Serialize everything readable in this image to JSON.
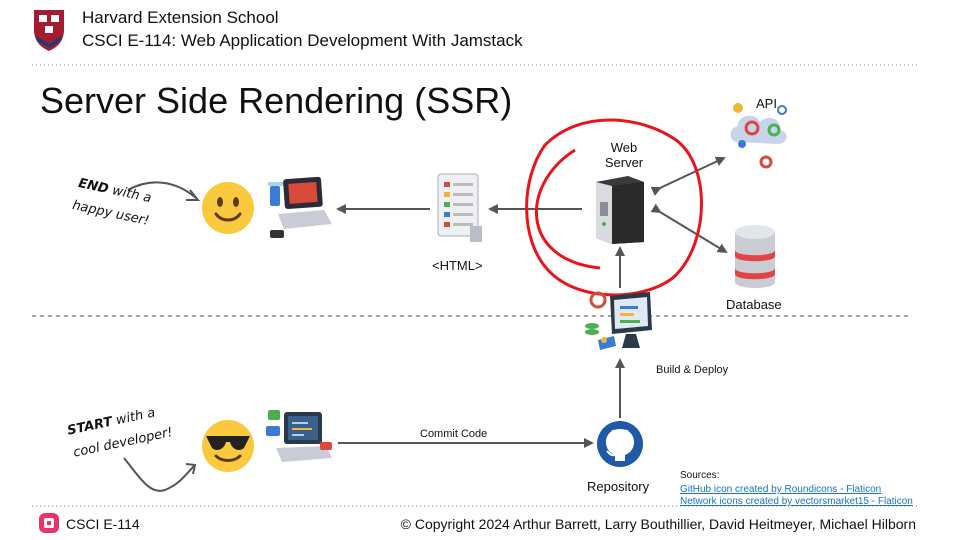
{
  "header": {
    "school": "Harvard Extension School",
    "course": "CSCI E-114: Web Application Development With Jamstack"
  },
  "title": "Server Side Rendering (SSR)",
  "nodes": {
    "web_server": [
      "Web",
      "Server"
    ],
    "api": "API",
    "database": "Database",
    "html": "<HTML>",
    "repository": "Repository"
  },
  "edges": {
    "build_deploy": "Build & Deploy",
    "commit_code": "Commit Code"
  },
  "notes": {
    "end_bold": "END",
    "end_rest1": "with a",
    "end_rest2": "happy user!",
    "start_bold": "START",
    "start_rest1": "with a",
    "start_rest2": "cool developer!"
  },
  "sources": {
    "title": "Sources:",
    "links": [
      "GitHub icon created by Roundicons - Flaticon",
      "Network icons created by vectorsmarket15 - Flaticon"
    ]
  },
  "footer": {
    "course_code": "CSCI E-114",
    "copyright": "© Copyright 2024 Arthur Barrett, Larry Bouthillier, David Heitmeyer, Michael Hilborn"
  },
  "colors": {
    "annotation_red": "#e8151b",
    "arrow_gray": "#555555",
    "link_blue": "#1a73c7",
    "logo_crimson": "#a51c30",
    "footer_logo_pink": "#e8336b"
  }
}
